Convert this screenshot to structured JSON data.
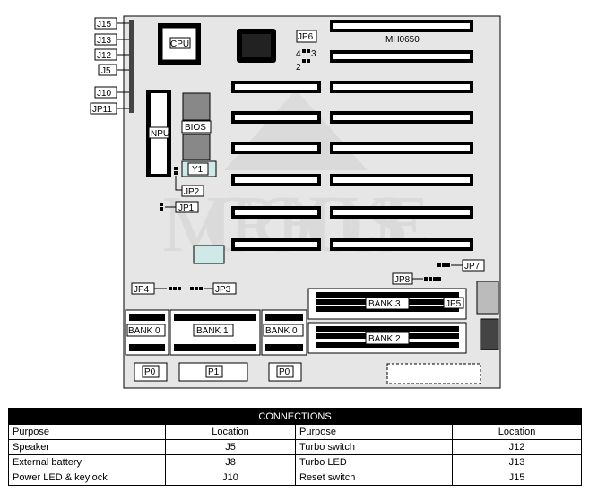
{
  "board": {
    "model": "MH0650",
    "watermark": "MICRO HOUSE",
    "cpu_label": "CPU",
    "npu_label": "NPU",
    "bios_label": "BIOS",
    "crystal_label": "Y1",
    "jp6_label": "JP6",
    "jp6_pin4": "4",
    "jp6_pin3": "3",
    "jp6_pin2": "2",
    "left_header_labels": [
      "J15",
      "J13",
      "J12",
      "J5",
      "J10",
      "JP11"
    ],
    "jp2_label": "JP2",
    "jp1_label": "JP1",
    "jp4_label": "JP4",
    "jp3_label": "JP3",
    "jp8_label": "JP8",
    "jp7_label": "JP7",
    "jp5_label": "JP5",
    "bank3_label": "BANK 3",
    "bank2_label": "BANK 2",
    "lower_banks": [
      "BANK 0",
      "BANK 1",
      "BANK 0"
    ],
    "p_labels": [
      "P0",
      "P1",
      "P0"
    ]
  },
  "table": {
    "title": "CONNECTIONS",
    "headers": [
      "Purpose",
      "Location",
      "Purpose",
      "Location"
    ],
    "rows": [
      [
        "Speaker",
        "J5",
        "Turbo switch",
        "J12"
      ],
      [
        "External battery",
        "J8",
        "Turbo LED",
        "J13"
      ],
      [
        "Power LED & keylock",
        "J10",
        "Reset switch",
        "J15"
      ]
    ]
  }
}
